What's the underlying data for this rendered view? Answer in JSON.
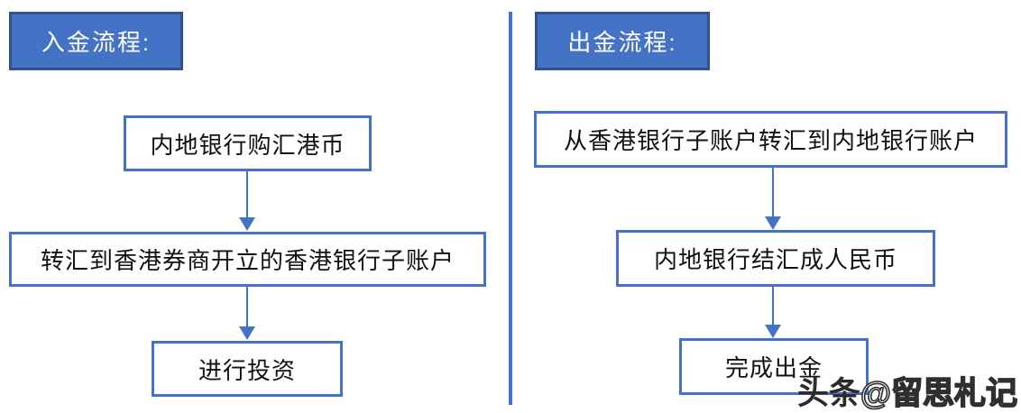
{
  "colors": {
    "accent_blue": "#4472C4",
    "header_border": "#2F528F",
    "box_background": "#ffffff",
    "box_text": "#111111",
    "header_text": "#ffffff",
    "watermark_text": "#2f2f2f"
  },
  "flows": [
    {
      "id": "deposit-flow",
      "title": "入金流程:",
      "steps": [
        "内地银行购汇港币",
        "转汇到香港券商开立的香港银行子账户",
        "进行投资"
      ]
    },
    {
      "id": "withdrawal-flow",
      "title": "出金流程:",
      "steps": [
        "从香港银行子账户转汇到内地银行账户",
        "内地银行结汇成人民币",
        "完成出金"
      ]
    }
  ],
  "watermark": {
    "prefix": "头条",
    "handle": "@留思札记"
  }
}
